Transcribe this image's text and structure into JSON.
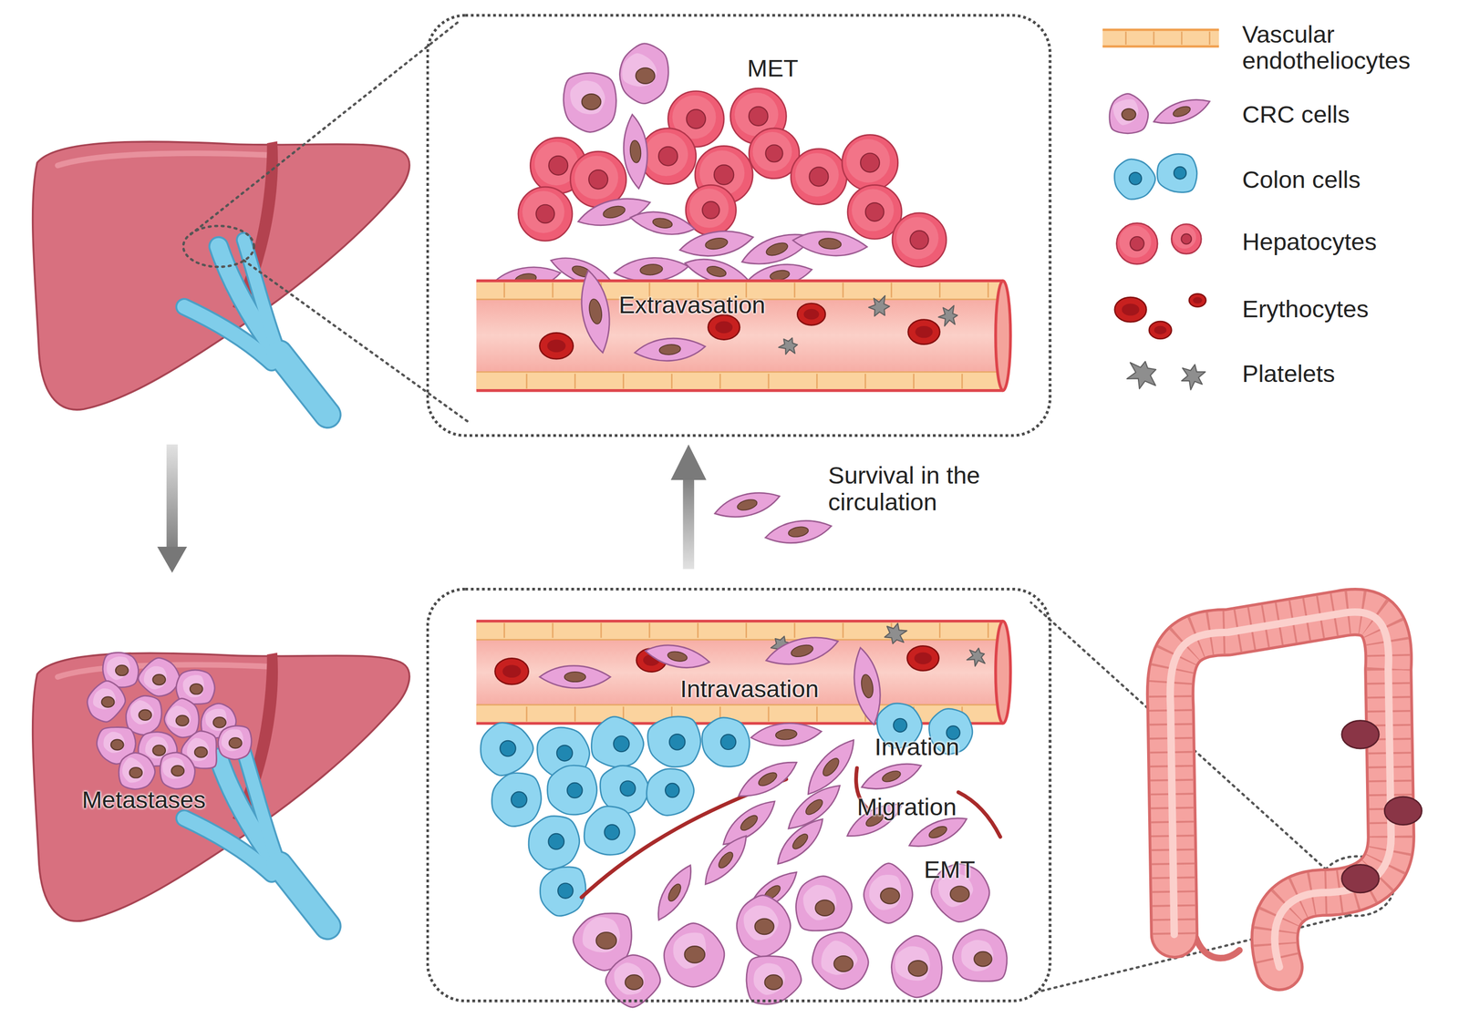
{
  "diagram": {
    "nodes": [
      {
        "text": [
          "MET",
          "Extravasation"
        ]
      },
      {
        "text": [
          "Intravasation",
          "Invation",
          "Migration",
          "EMT"
        ]
      },
      {
        "text": [
          "Metastases"
        ]
      }
    ],
    "edges": [
      {
        "from": 1,
        "to": 0,
        "arrow": "to",
        "label": "Survival in the circulation"
      }
    ],
    "legend": [
      {
        "text": "Vascular endotheliocytes",
        "color": "#fbd39e"
      },
      {
        "text": "CRC cells",
        "color": "#e8a2d9"
      },
      {
        "text": "Colon cells",
        "color": "#8fd5f0"
      },
      {
        "text": "Hepatocytes",
        "color": "#ef5d75"
      },
      {
        "text": "Erythocytes",
        "color": "#c8201f"
      },
      {
        "text": "Platelets",
        "color": "#8e8e8e"
      }
    ]
  }
}
